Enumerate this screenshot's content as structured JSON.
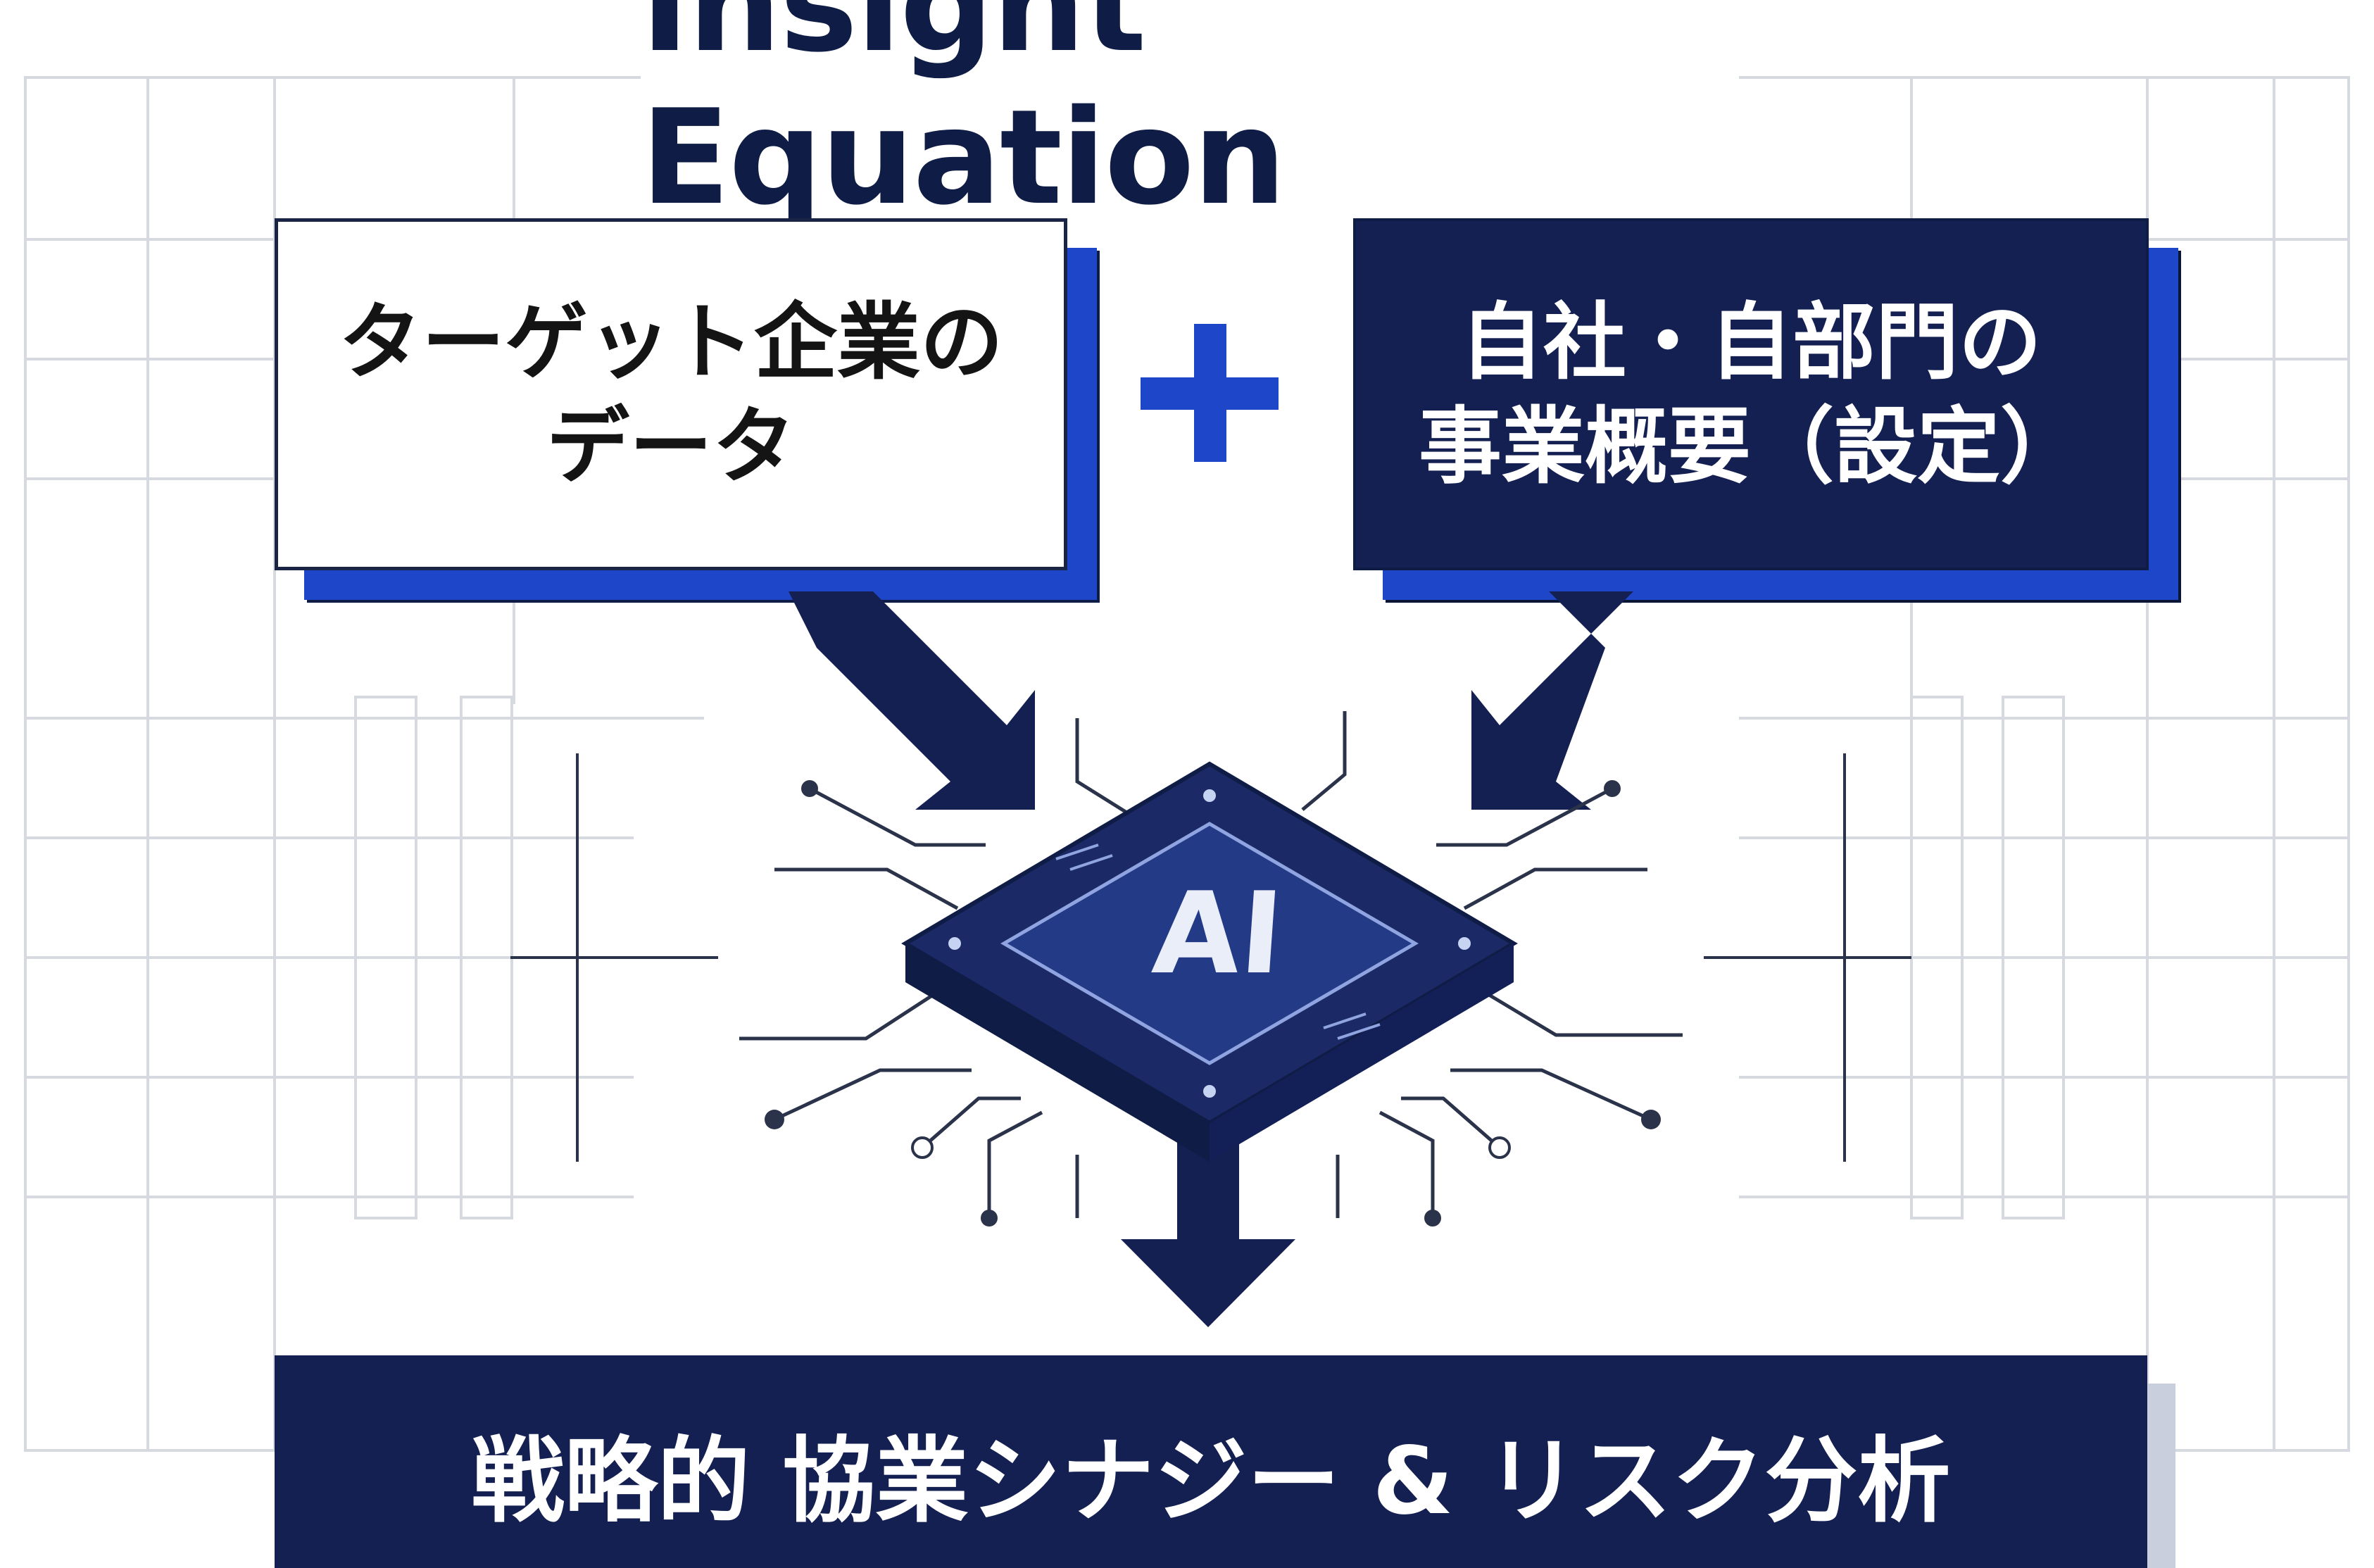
{
  "title": "Insight Equation",
  "operator": "+",
  "inputs": {
    "left": "ターゲット企業の\nデータ",
    "right": "自社・自部門の\n事業概要（設定）"
  },
  "processor": {
    "label": "AI",
    "icon": "ai-chip-icon"
  },
  "output": {
    "label": "戦略的 協業シナジー & リスク分析"
  },
  "colors": {
    "navy": "#142052",
    "accent_blue": "#1d47c8",
    "grid": "#d4d7de",
    "background": "#ffffff"
  }
}
